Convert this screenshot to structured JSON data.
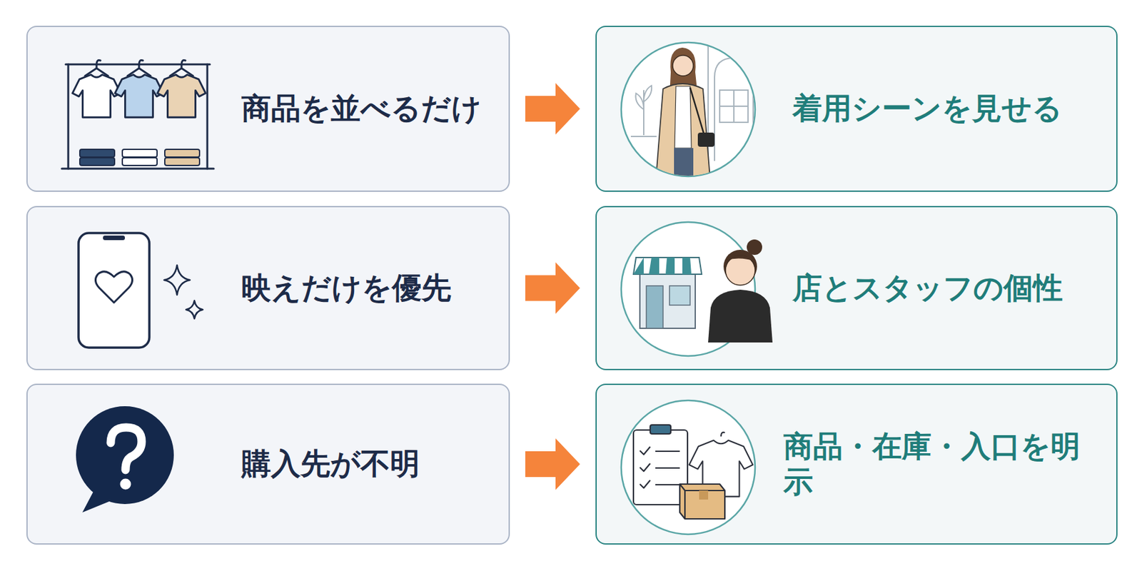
{
  "diagram": {
    "nodes": [
      {
        "text": [
          "商品を並べるだけ"
        ]
      },
      {
        "text": [
          "着用シーンを見せる"
        ]
      },
      {
        "text": [
          "映えだけを優先"
        ]
      },
      {
        "text": [
          "店とスタッフの個性"
        ]
      },
      {
        "text": [
          "購入先が不明"
        ]
      },
      {
        "text": [
          "商品・在庫・入口を明示"
        ]
      }
    ],
    "edges": [
      {
        "from": 0,
        "to": 1,
        "arrow": "to"
      },
      {
        "from": 2,
        "to": 3,
        "arrow": "to"
      },
      {
        "from": 4,
        "to": 5,
        "arrow": "to"
      }
    ]
  }
}
